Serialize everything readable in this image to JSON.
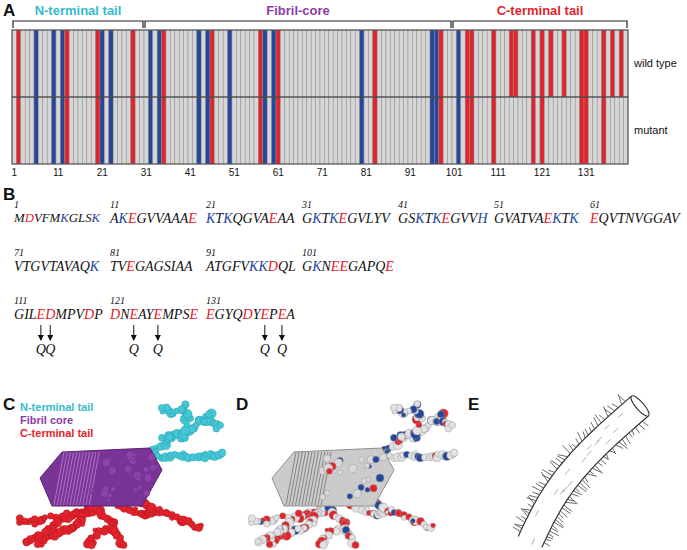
{
  "diagram": {
    "labels": [
      "A",
      "N-terminal tail",
      "Fibril-core",
      "C-terminal tail",
      "wild type",
      "mutant",
      "1",
      "11",
      "21",
      "31",
      "41",
      "51",
      "61",
      "71",
      "81",
      "91",
      "101",
      "111",
      "121",
      "131",
      "B",
      "1",
      "MDVFMKGLSK",
      "11",
      "AKEGVVAAAE",
      "21",
      "KTKQGVAEAA",
      "31",
      "GKTKEGVLYV",
      "41",
      "GSKTKEGVVH",
      "51",
      "GVATVAEKTK",
      "61",
      "EQVTNVGGAV",
      "71",
      "VTGVTAVAQK",
      "81",
      "TVEGAGSIAA",
      "91",
      "ATGFVKKDQL",
      "101",
      "GKNEEGAPQE",
      "111",
      "GILEDMPVDP",
      "121",
      "DNEAYEMPSE",
      "131",
      "EGYQDYEPEA",
      "Q",
      "Q",
      "Q",
      "Q",
      "Q",
      "Q",
      "C",
      "N-terminal tail",
      "Fibril core",
      "C-terminal tail",
      "D",
      "E"
    ]
  }
}
